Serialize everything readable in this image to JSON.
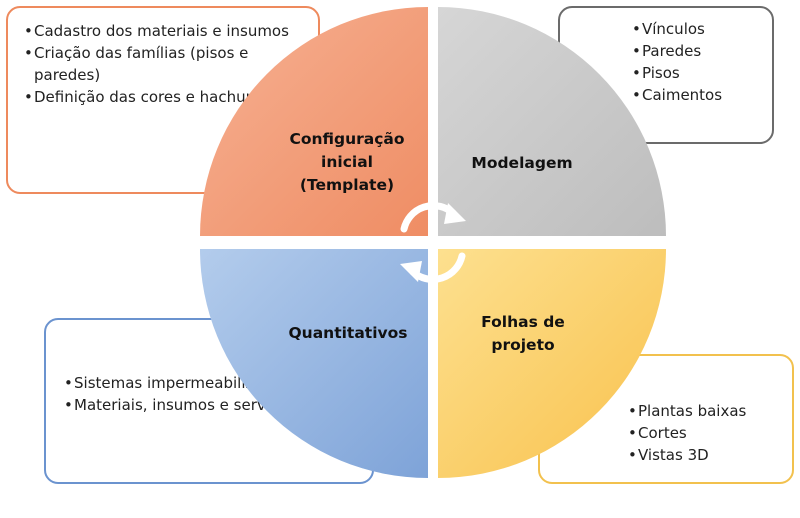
{
  "top_left": {
    "label": [
      "Configuração",
      "inicial",
      "(Template)"
    ],
    "items": [
      "Cadastro dos materiais e insumos",
      "Criação das famílias (pisos e paredes)",
      "Definição das cores e hachuras"
    ],
    "color": "#f5a582"
  },
  "top_right": {
    "label": [
      "Modelagem"
    ],
    "items": [
      "Vínculos",
      "Paredes",
      "Pisos",
      "Caimentos"
    ],
    "color": "#cbcbcb"
  },
  "bottom_left": {
    "label": [
      "Quantitativos"
    ],
    "items": [
      "Sistemas impermeabilizante",
      "Materiais, insumos e serviços"
    ],
    "color": "#94b6e0"
  },
  "bottom_right": {
    "label": [
      "Folhas de",
      "projeto"
    ],
    "items": [
      "Plantas baixas",
      "Cortes",
      "Vistas 3D"
    ],
    "color": "#fbd06e"
  }
}
